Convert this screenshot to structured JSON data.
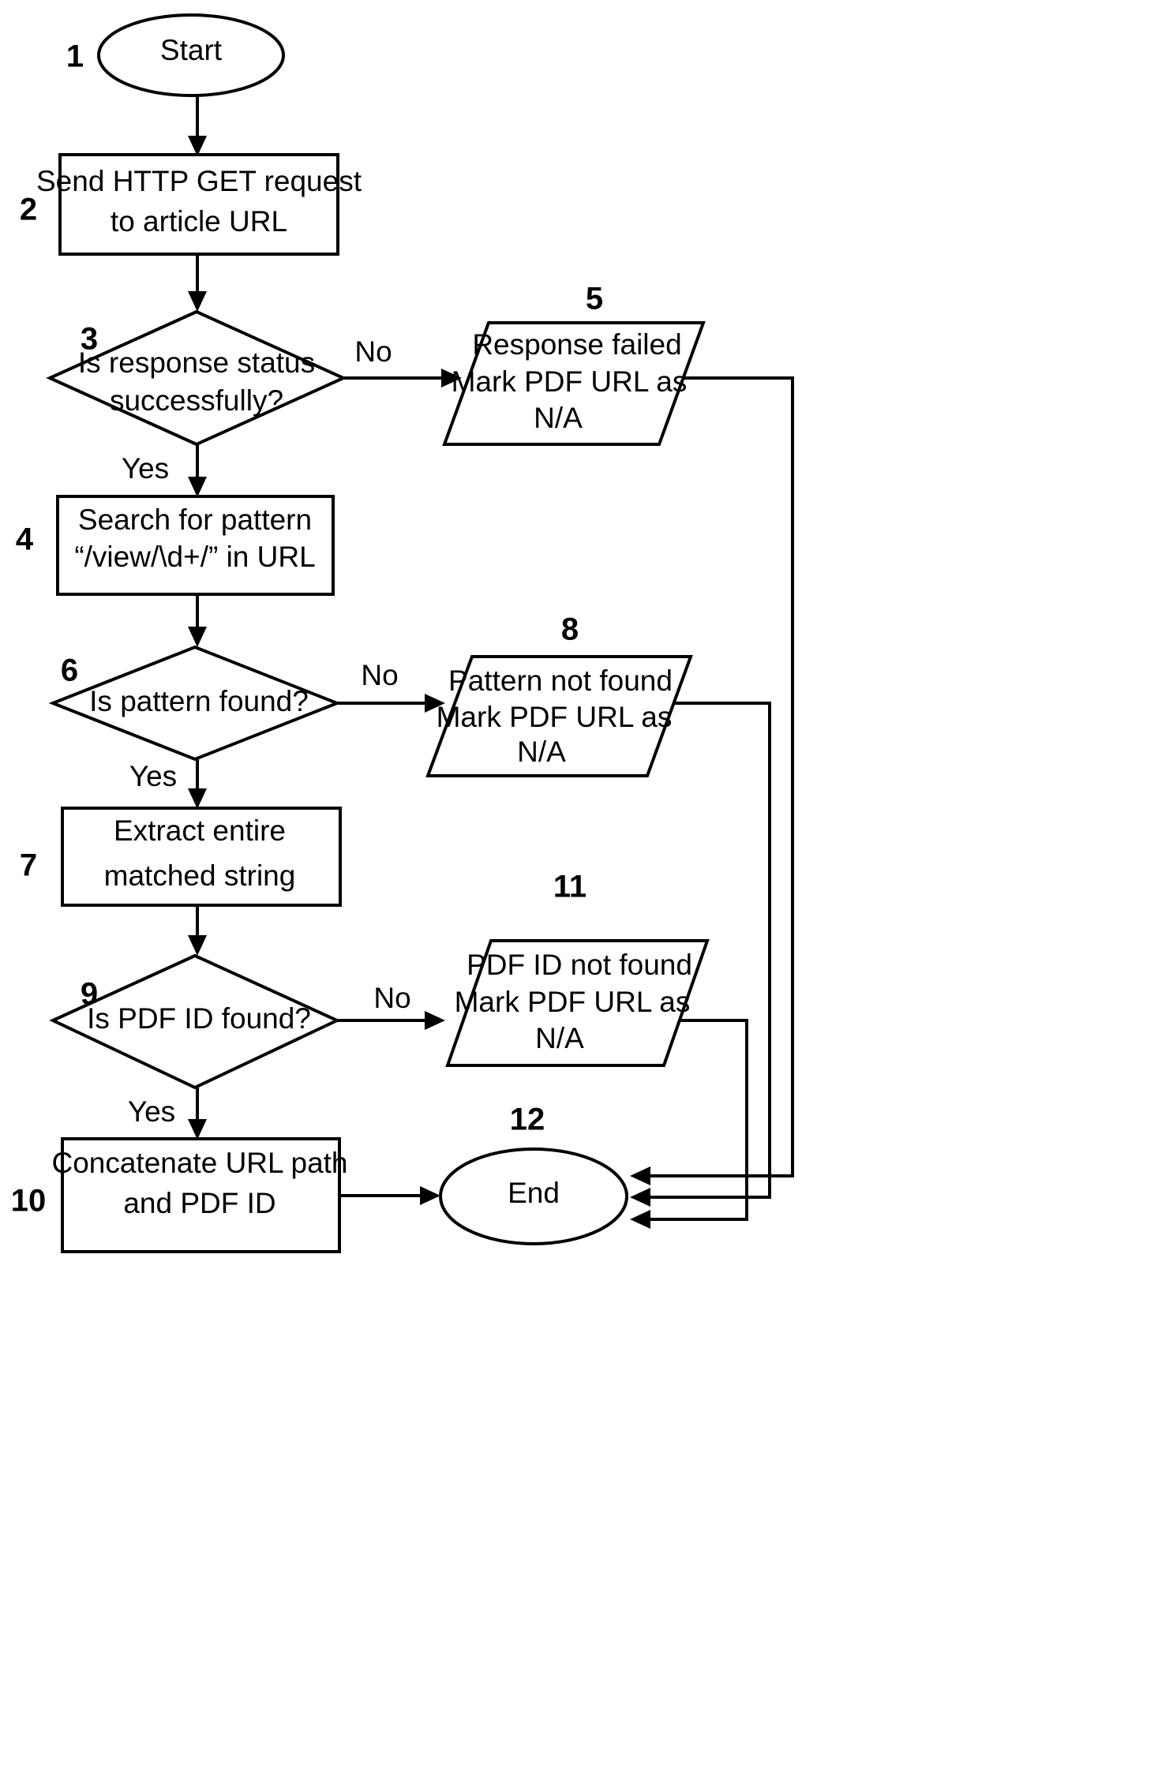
{
  "diagram": {
    "title": "PDF URL extraction flowchart",
    "colors": {
      "stroke": "#000000",
      "fill": "#ffffff",
      "text": "#000000"
    },
    "nodes": [
      {
        "id": "n1",
        "number": "1",
        "shape": "ellipse",
        "lines": [
          "Start"
        ]
      },
      {
        "id": "n2",
        "number": "2",
        "shape": "process",
        "lines": [
          "Send HTTP GET request",
          "to article URL"
        ]
      },
      {
        "id": "n3",
        "number": "3",
        "shape": "decision",
        "lines": [
          "Is response status",
          "successfully?"
        ]
      },
      {
        "id": "n5",
        "number": "5",
        "shape": "data",
        "lines": [
          "Response failed",
          "Mark PDF URL as",
          "N/A"
        ]
      },
      {
        "id": "n4",
        "number": "4",
        "shape": "process",
        "lines": [
          "Search for pattern",
          "“/view/\\d+/” in URL"
        ]
      },
      {
        "id": "n6",
        "number": "6",
        "shape": "decision",
        "lines": [
          "Is pattern found?"
        ]
      },
      {
        "id": "n8",
        "number": "8",
        "shape": "data",
        "lines": [
          "Pattern not found",
          "Mark PDF URL as",
          "N/A"
        ]
      },
      {
        "id": "n7",
        "number": "7",
        "shape": "process",
        "lines": [
          "Extract entire",
          "matched string"
        ]
      },
      {
        "id": "n9",
        "number": "9",
        "shape": "decision",
        "lines": [
          "Is PDF ID found?"
        ]
      },
      {
        "id": "n11",
        "number": "11",
        "shape": "data",
        "lines": [
          "PDF ID not found",
          "Mark PDF URL as",
          "N/A"
        ]
      },
      {
        "id": "n10",
        "number": "10",
        "shape": "process",
        "lines": [
          "Concatenate URL path",
          "and PDF ID"
        ]
      },
      {
        "id": "n12",
        "number": "12",
        "shape": "ellipse",
        "lines": [
          "End"
        ]
      }
    ],
    "edge_labels": {
      "e3_no": "No",
      "e3_yes": "Yes",
      "e6_no": "No",
      "e6_yes": "Yes",
      "e9_no": "No",
      "e9_yes": "Yes"
    }
  }
}
